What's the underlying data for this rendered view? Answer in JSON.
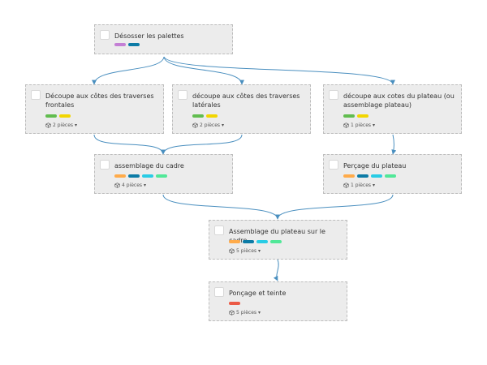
{
  "nodes": {
    "n1": {
      "title": "Désosser les palettes",
      "labels": [
        "#c47fd5",
        "#0c7ba6"
      ],
      "pieces": ""
    },
    "n2": {
      "title": "Découpe aux côtes des traverses frontales",
      "labels": [
        "#61bd4f",
        "#f2d600"
      ],
      "pieces": "2 pièces"
    },
    "n3": {
      "title": "découpe aux côtes des traverses latérales",
      "labels": [
        "#61bd4f",
        "#f2d600"
      ],
      "pieces": "2 pièces"
    },
    "n4": {
      "title": "découpe aux cotes du plateau (ou assemblage plateau)",
      "labels": [
        "#61bd4f",
        "#f2d600"
      ],
      "pieces": "1 pièces"
    },
    "n5": {
      "title": "assemblage du cadre",
      "labels": [
        "#ffab4a",
        "#0c7ba6",
        "#29cce5",
        "#51e898"
      ],
      "pieces": "4 pièces"
    },
    "n6": {
      "title": "Perçage du plateau",
      "labels": [
        "#ffab4a",
        "#0c7ba6",
        "#29cce5",
        "#51e898"
      ],
      "pieces": "1 pièces"
    },
    "n7": {
      "title": "Assemblage du plateau sur le cadre",
      "labels": [
        "#ffab4a",
        "#0c7ba6",
        "#29cce5",
        "#51e898"
      ],
      "pieces": "5 pièces"
    },
    "n8": {
      "title": "Ponçage et teinte",
      "labels": [
        "#eb5a46"
      ],
      "pieces": "5 pièces"
    }
  },
  "edge_color": "#4a8fbf"
}
